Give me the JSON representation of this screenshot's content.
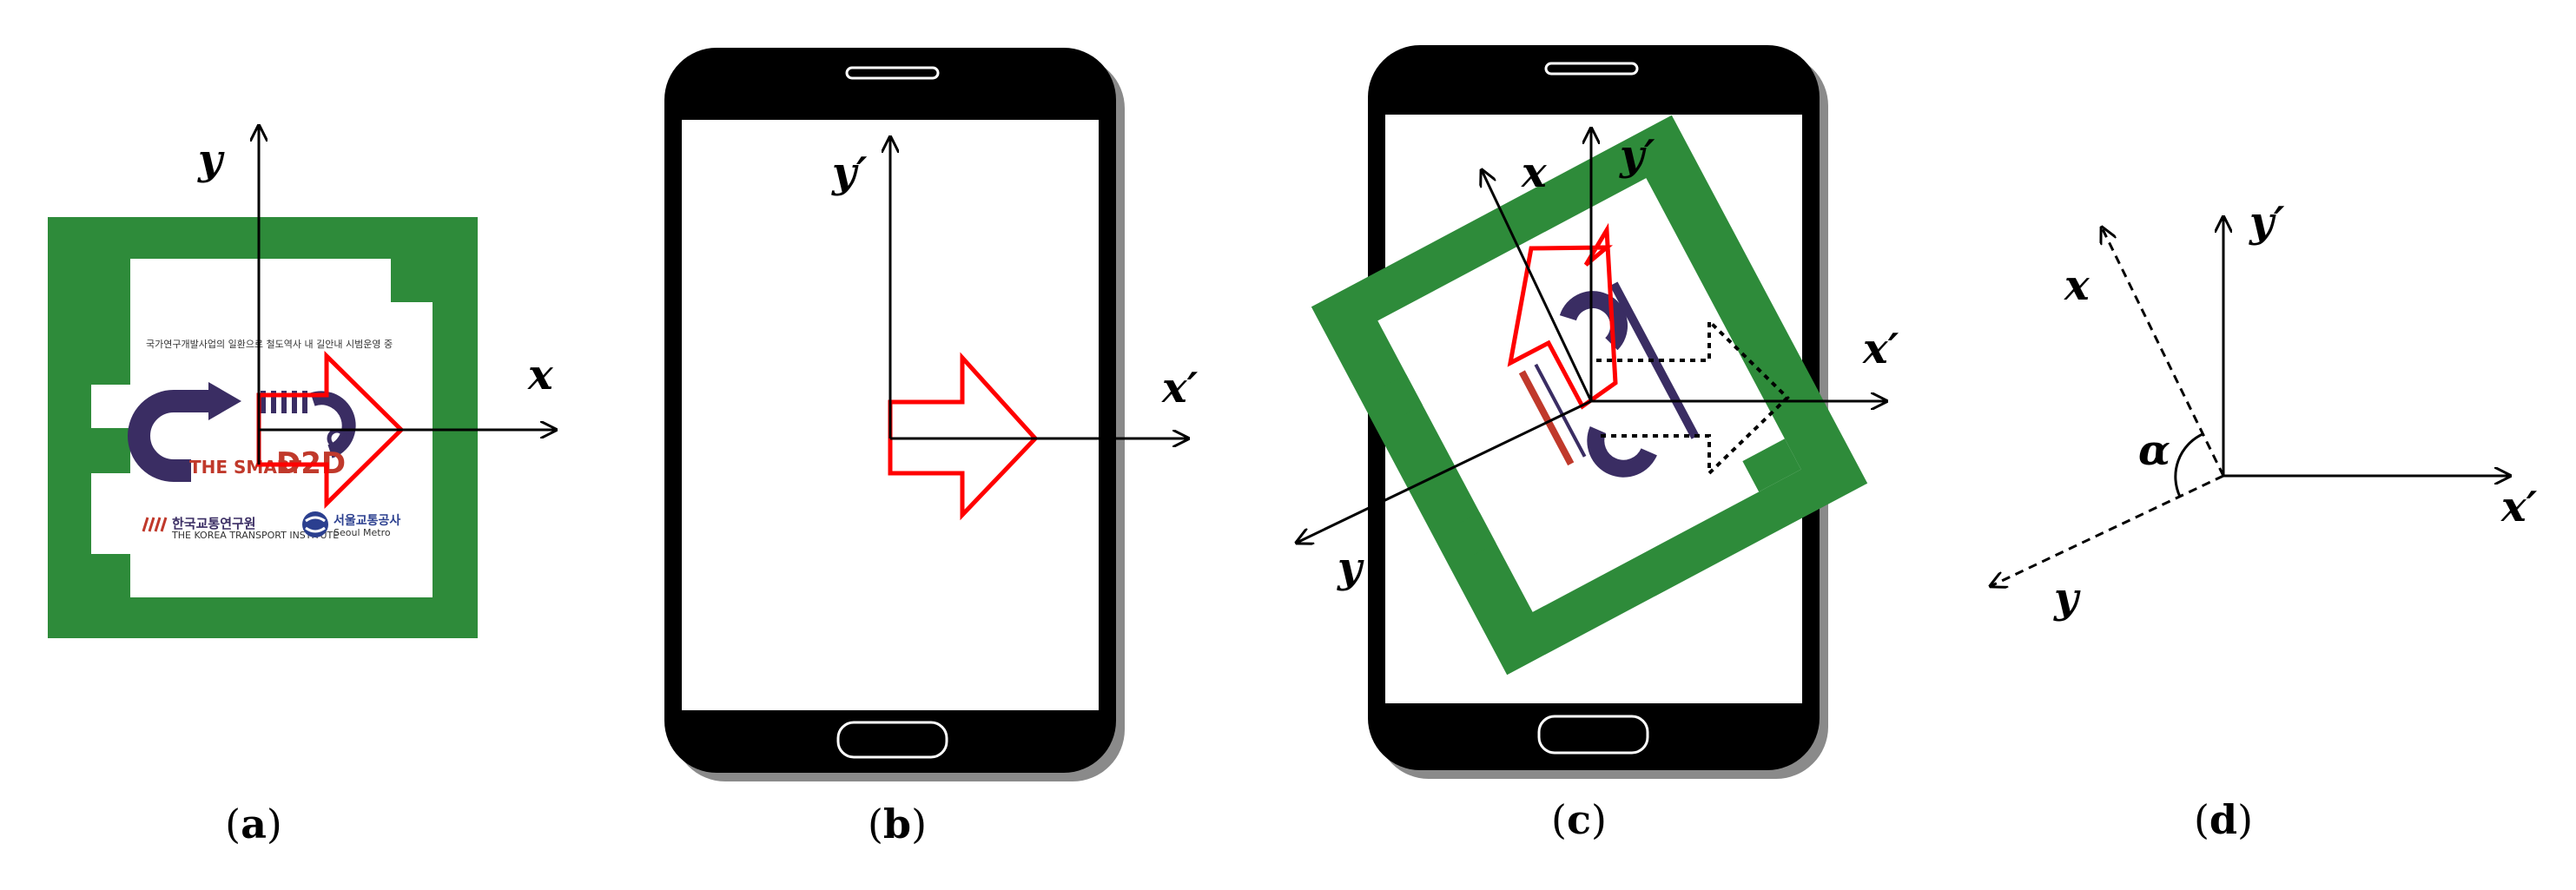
{
  "panels": {
    "a": {
      "caption": "a",
      "axis_x": "x",
      "axis_y": "y",
      "marker": {
        "top_text": "국가연구개발사업의 일환으로 철도역사 내 길안내 시범운영 중",
        "brand_prefix": "THE SMART",
        "brand_suffix": "D2D",
        "logo_left": "한국교통연구원",
        "logo_left_sub": "THE KOREA TRANSPORT INSTITUTE",
        "logo_right": "서울교통공사",
        "logo_right_sub": "Seoul Metro",
        "green": "#2e8b3a",
        "brand_red": "#c0392b",
        "arrow_navy": "#3a2d63"
      }
    },
    "b": {
      "caption": "b",
      "axis_x": "x′",
      "axis_y": "y′",
      "arrow_color": "#ff0000"
    },
    "c": {
      "caption": "c",
      "axis_x": "x",
      "axis_y": "y",
      "axis_x_prime": "x′",
      "axis_y_prime": "y′"
    },
    "d": {
      "caption": "d",
      "axis_x": "x",
      "axis_y": "y",
      "axis_x_prime": "x′",
      "axis_y_prime": "y′",
      "angle": "α"
    }
  },
  "colors": {
    "phone_body": "#000000",
    "phone_shadow": "#8a8a8a",
    "marker_green": "#2e8b3a",
    "arrow_red": "#ff0000"
  }
}
